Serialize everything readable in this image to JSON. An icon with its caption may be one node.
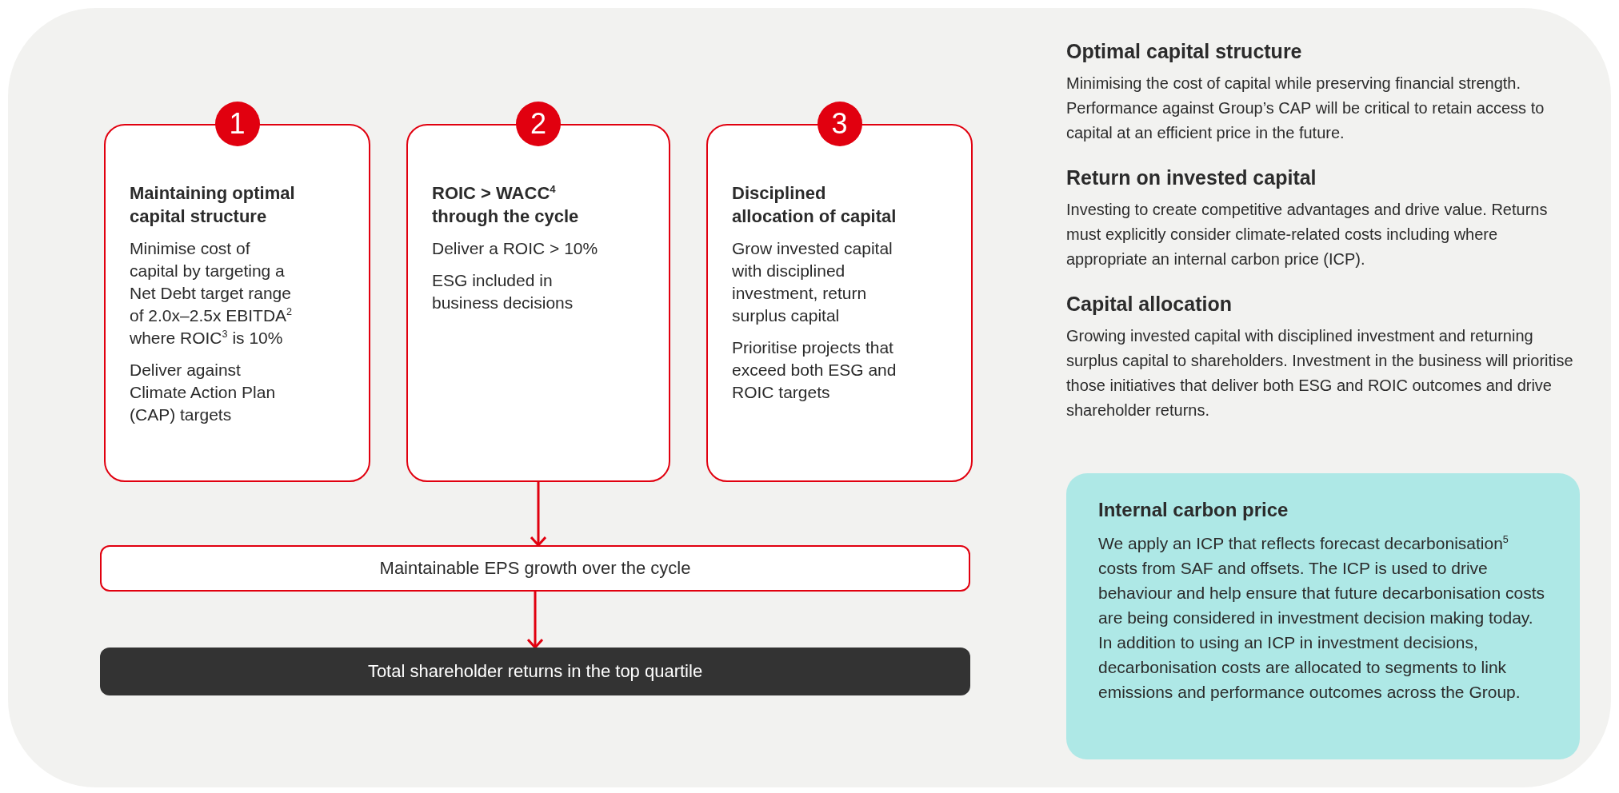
{
  "diagram": {
    "nodes": [
      {
        "text": [
          "1",
          "Maintaining optimal capital structure",
          "Minimise cost of capital by targeting a Net Debt target range of 2.0x–2.5x EBITDA$^{2}$ where ROIC$^{3}$ is 10%",
          "Deliver against Climate Action Plan (CAP) targets"
        ]
      },
      {
        "text": [
          "2",
          "ROIC > WACC$^{4}$ through the cycle",
          "Deliver a ROIC > 10%",
          "ESG included in business decisions"
        ]
      },
      {
        "text": [
          "3",
          "Disciplined allocation of capital",
          "Grow invested capital with disciplined investment, return surplus capital",
          "Prioritise projects that exceed both ESG and ROIC targets"
        ]
      },
      {
        "text": [
          "Maintainable EPS growth over the cycle"
        ]
      },
      {
        "text": [
          "Total shareholder returns in the top quartile"
        ]
      },
      {
        "text": [
          "Internal carbon price",
          "We apply an ICP that reflects forecast decarbonisation$^{5}$ costs from SAF and offsets. The ICP is used to drive behaviour and help ensure that future decarbonisation costs are being considered in investment decision making today. In addition to using an ICP in investment decisions, decarbonisation costs are allocated to segments to link emissions and performance outcomes across the Group."
        ]
      }
    ],
    "edges": [
      {
        "from": 1,
        "to": 3,
        "arrow": "to"
      },
      {
        "from": 3,
        "to": 4,
        "arrow": "to"
      }
    ],
    "labels": [
      "Optimal capital structure",
      "Minimising the cost of capital while preserving financial strength. Performance against Group’s CAP will be critical to retain access to capital at an efficient price in the future.",
      "Return on invested capital",
      "Investing to create competitive advantages and drive value. Returns must explicitly consider climate-related costs including where appropriate an internal carbon price (ICP).",
      "Capital allocation",
      "Growing invested capital with disciplined investment and returning surplus capital to shareholders. Investment in the business will prioritise those initiatives that deliver both ESG and ROIC outcomes and drive shareholder returns."
    ]
  }
}
